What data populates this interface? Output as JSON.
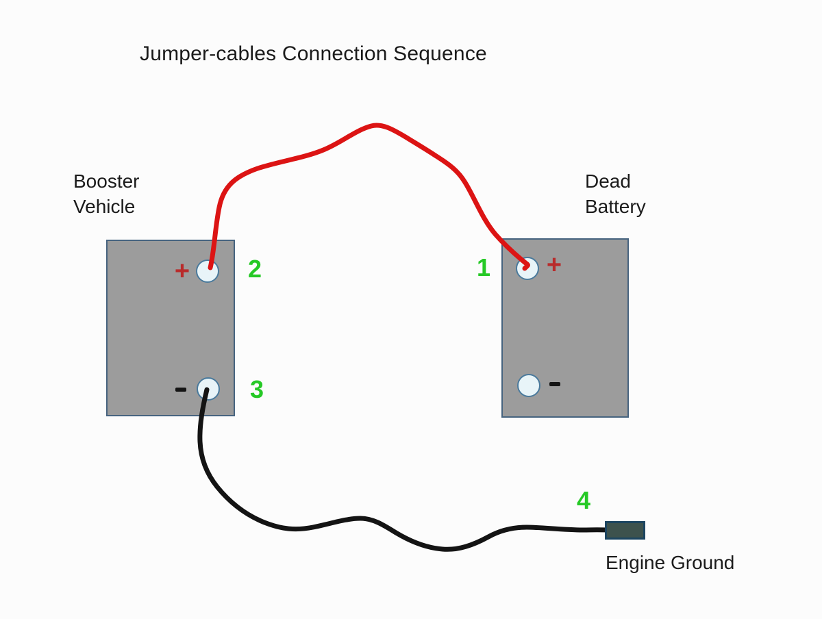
{
  "title": "Jumper-cables Connection Sequence",
  "colors": {
    "positive_cable": "#dc1414",
    "negative_cable": "#141414",
    "step_number": "#26c926",
    "battery_fill": "#9c9c9c",
    "battery_border": "#46637f",
    "terminal_fill": "#e8f4f8",
    "terminal_border": "#4a7a9c",
    "plus_sign": "#b92b2b",
    "ground_fill": "#3d524d",
    "ground_border": "#1c4560"
  },
  "booster_battery": {
    "label": "Booster\nVehicle",
    "positive_sign": "+",
    "positive_step": "2",
    "negative_step": "3"
  },
  "dead_battery": {
    "label": "Dead\nBattery",
    "positive_sign": "+",
    "positive_step": "1"
  },
  "engine_ground": {
    "label": "Engine Ground",
    "step": "4"
  }
}
